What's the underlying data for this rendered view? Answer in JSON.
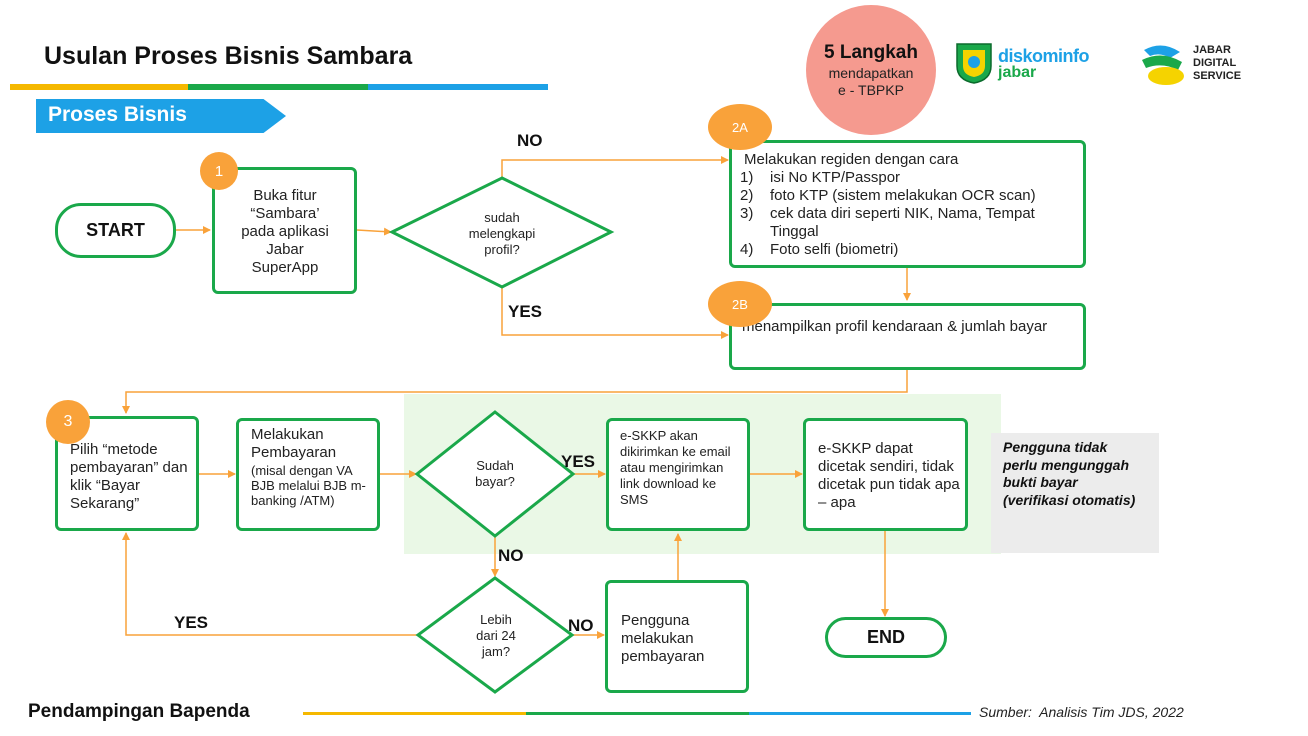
{
  "header": {
    "title": "Usulan Proses Bisnis Sambara",
    "section_label": "Proses Bisnis"
  },
  "badge_steps": {
    "title": "5 Langkah",
    "subtitle_line1": "mendapatkan",
    "subtitle_line2": "e - TBPKP"
  },
  "logos": {
    "diskominfo_top": "diskominfo",
    "diskominfo_bottom": "jabar",
    "jds_line1": "JABAR",
    "jds_line2": "DIGITAL",
    "jds_line3": "SERVICE"
  },
  "flow": {
    "start": "START",
    "end": "END",
    "step1_badge": "1",
    "step1_text": "Buka fitur “Sambara’ pada aplikasi Jabar SuperApp",
    "decision_profile": "sudah melengkapi profil?",
    "no_label_top": "NO",
    "yes_label_profile": "YES",
    "step2a_badge": "2A",
    "step2a_intro": "Melakukan regiden dengan cara",
    "step2a_items": [
      {
        "n": "1)",
        "t": "isi No KTP/Passpor"
      },
      {
        "n": "2)",
        "t": "foto KTP (sistem melakukan OCR scan)"
      },
      {
        "n": "3)",
        "t": "cek data diri seperti NIK, Nama, Tempat Tinggal"
      },
      {
        "n": "4)",
        "t": "Foto selfi (biometri)"
      }
    ],
    "step2b_badge": "2B",
    "step2b_text": "menampilkan profil kendaraan & jumlah bayar",
    "step3_badge": "3",
    "step3_text": "Pilih “metode pembayaran” dan klik “Bayar Sekarang”",
    "payment_title": "Melakukan Pembayaran",
    "payment_detail": "(misal dengan VA BJB melalui BJB m-banking /ATM)",
    "decision_paid": "Sudah bayar?",
    "yes_label_paid": "YES",
    "no_label_paid": "NO",
    "eskkp_sent": "e-SKKP akan dikirimkan ke email atau mengirimkan link download ke SMS",
    "eskkp_print": "e-SKKP dapat dicetak sendiri, tidak dicetak pun tidak apa – apa",
    "note": "Pengguna tidak perlu mengunggah bukti bayar (verifikasi otomatis)",
    "decision_24h": "Lebih dari 24 jam?",
    "yes_label_24h": "YES",
    "no_label_24h": "NO",
    "user_pays": "Pengguna melakukan pembayaran"
  },
  "footer": {
    "left": "Pendampingan Bapenda",
    "right": "Sumber:  Analisis Tim JDS, 2022"
  },
  "colors": {
    "green": "#1aa84a",
    "orange": "#f9a23a",
    "blue": "#1da1e6",
    "yellow": "#f5b800",
    "highlight_bg": "#eaf8e6",
    "note_bg": "#ececec",
    "circle": "#f59a8f"
  }
}
